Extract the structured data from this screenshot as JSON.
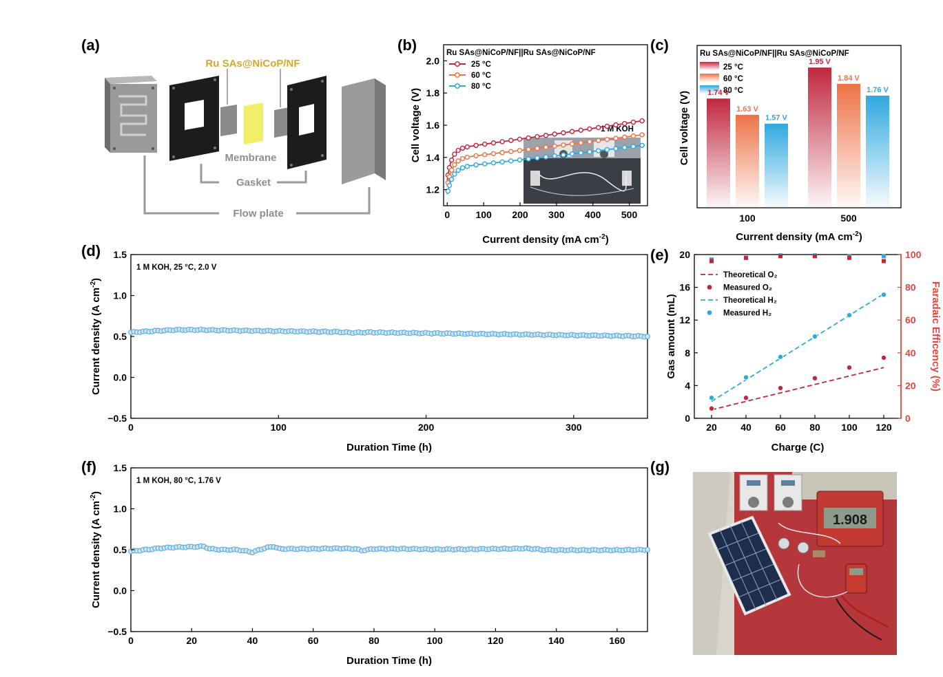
{
  "panel_labels": {
    "a": "(a)",
    "b": "(b)",
    "c": "(c)",
    "d": "(d)",
    "e": "(e)",
    "f": "(f)",
    "g": "(g)"
  },
  "schematic": {
    "electrode_label": "Ru SAs@NiCoP/NF",
    "membrane_label": "Membrane",
    "gasket_label": "Gasket",
    "flow_plate_label": "Flow plate",
    "colors": {
      "electrode_label": "#D4A72C",
      "part_label": "#8E8E8E",
      "membrane": "#F2EE6A",
      "gasket": "#1C1C1C",
      "plate": "#8C8C8C"
    }
  },
  "colors": {
    "red": "#C0273E",
    "orange": "#EE7246",
    "blue": "#2FA8DF",
    "stability": "#5AA9DB",
    "fe_axis": "#E8433B"
  },
  "chart_data": [
    {
      "id": "b",
      "type": "line",
      "title": "Ru SAs@NiCoP/NF||Ru SAs@NiCoP/NF",
      "annotation": "1 M KOH",
      "xlabel": "Current density (mA cm",
      "xlabel_sup": "-2",
      "xlabel_end": ")",
      "ylabel": "Cell voltage (V)",
      "xlim": [
        -10,
        550
      ],
      "ylim": [
        1.1,
        2.1
      ],
      "xticks": [
        0,
        100,
        200,
        300,
        400,
        500
      ],
      "yticks": [
        1.2,
        1.4,
        1.6,
        1.8,
        2.0
      ],
      "yticklabels": [
        "1.2",
        "1.4",
        "1.6",
        "1.8",
        "2.0"
      ],
      "legend_position": "top-left",
      "series": [
        {
          "name": "25 °C",
          "color": "#C0273E",
          "v0": 1.26,
          "a": 0.00031,
          "b": 0.19,
          "c": 12
        },
        {
          "name": "60 °C",
          "color": "#EE7246",
          "v0": 1.22,
          "a": 0.00026,
          "b": 0.17,
          "c": 14
        },
        {
          "name": "80 °C",
          "color": "#2FA8DF",
          "v0": 1.17,
          "a": 0.00024,
          "b": 0.165,
          "c": 15
        }
      ]
    },
    {
      "id": "c",
      "type": "bar",
      "title": "Ru SAs@NiCoP/NF||Ru SAs@NiCoP/NF",
      "xlabel": "Current density (mA cm",
      "xlabel_sup": "-2",
      "xlabel_end": ")",
      "ylabel": "Cell voltage (V)",
      "ylim": [
        1.0,
        2.1
      ],
      "legend_position": "top-left",
      "categories": [
        "100",
        "500"
      ],
      "series": [
        {
          "name": "25 °C",
          "color": "#C0273E",
          "values": [
            1.74,
            1.95
          ],
          "labels": [
            "1.74 V",
            "1.95 V"
          ]
        },
        {
          "name": "60 °C",
          "color": "#EE7246",
          "values": [
            1.63,
            1.84
          ],
          "labels": [
            "1.63 V",
            "1.84 V"
          ]
        },
        {
          "name": "80 °C",
          "color": "#2FA8DF",
          "values": [
            1.57,
            1.76
          ],
          "labels": [
            "1.57 V",
            "1.76 V"
          ]
        }
      ]
    },
    {
      "id": "d",
      "type": "scatter",
      "annotation": "1 M KOH, 25 °C, 2.0 V",
      "xlabel": "Duration Time (h)",
      "ylabel": "Current density (A cm",
      "ylabel_sup": "-2",
      "ylabel_end": ")",
      "xlim": [
        0,
        350
      ],
      "ylim": [
        -0.5,
        1.5
      ],
      "xticks": [
        0,
        100,
        200,
        300
      ],
      "yticks": [
        -0.5,
        0.0,
        0.5,
        1.0,
        1.5
      ],
      "yticklabels": [
        "−0.5",
        "0.0",
        "0.5",
        "1.0",
        "1.5"
      ],
      "points": [
        [
          0,
          0.55
        ],
        [
          10,
          0.56
        ],
        [
          20,
          0.57
        ],
        [
          30,
          0.58
        ],
        [
          40,
          0.58
        ],
        [
          50,
          0.58
        ],
        [
          60,
          0.575
        ],
        [
          80,
          0.57
        ],
        [
          100,
          0.565
        ],
        [
          120,
          0.56
        ],
        [
          140,
          0.555
        ],
        [
          150,
          0.545
        ],
        [
          160,
          0.55
        ],
        [
          180,
          0.545
        ],
        [
          200,
          0.54
        ],
        [
          220,
          0.535
        ],
        [
          240,
          0.53
        ],
        [
          260,
          0.525
        ],
        [
          280,
          0.52
        ],
        [
          300,
          0.515
        ],
        [
          320,
          0.51
        ],
        [
          340,
          0.505
        ],
        [
          350,
          0.5
        ]
      ]
    },
    {
      "id": "e",
      "type": "scatter",
      "xlabel": "Charge (C)",
      "ylabel": "Gas amount (mL)",
      "ylabel_right": "Faradaic Efficency (%)",
      "xlim": [
        10,
        130
      ],
      "ylim": [
        0,
        20
      ],
      "ylim_right": [
        0,
        100
      ],
      "xticks": [
        20,
        40,
        60,
        80,
        100,
        120
      ],
      "yticks": [
        0,
        4,
        8,
        12,
        16,
        20
      ],
      "yticks_right": [
        0,
        20,
        40,
        60,
        80,
        100
      ],
      "legend_position": "top-left",
      "series": [
        {
          "name": "Theoretical O₂",
          "style": "dashed",
          "color": "#C0273E",
          "x": [
            20,
            120
          ],
          "y": [
            1.04,
            6.2
          ]
        },
        {
          "name": "Measured O₂",
          "style": "marker",
          "color": "#C0273E",
          "x": [
            20,
            40,
            60,
            80,
            100,
            120
          ],
          "y": [
            1.2,
            2.5,
            3.7,
            4.9,
            6.2,
            7.4
          ]
        },
        {
          "name": "Theoretical H₂",
          "style": "dashed",
          "color": "#2FA8DF",
          "x": [
            20,
            120
          ],
          "y": [
            2.07,
            15.2
          ]
        },
        {
          "name": "Measured H₂",
          "style": "marker",
          "color": "#2FA8DF",
          "x": [
            20,
            40,
            60,
            80,
            100,
            120
          ],
          "y": [
            2.5,
            5.0,
            7.5,
            10.0,
            12.6,
            15.1
          ]
        }
      ],
      "faradaic_efficiency": {
        "x": [
          20,
          40,
          60,
          80,
          100,
          120
        ],
        "o2": [
          96,
          98,
          99,
          99,
          98,
          96
        ],
        "h2": [
          97,
          98,
          99.5,
          99.5,
          99,
          99
        ]
      }
    },
    {
      "id": "f",
      "type": "scatter",
      "annotation": "1 M KOH, 80 °C, 1.76 V",
      "xlabel": "Duration Time (h)",
      "ylabel": "Current density (A cm",
      "ylabel_sup": "-2",
      "ylabel_end": ")",
      "xlim": [
        0,
        170
      ],
      "ylim": [
        -0.5,
        1.5
      ],
      "xticks": [
        0,
        20,
        40,
        60,
        80,
        100,
        120,
        140,
        160
      ],
      "yticks": [
        -0.5,
        0.0,
        0.5,
        1.0,
        1.5
      ],
      "yticklabels": [
        "−0.5",
        "0.0",
        "0.5",
        "1.0",
        "1.5"
      ],
      "points": [
        [
          0,
          0.48
        ],
        [
          5,
          0.5
        ],
        [
          10,
          0.52
        ],
        [
          15,
          0.53
        ],
        [
          20,
          0.535
        ],
        [
          24,
          0.54
        ],
        [
          26,
          0.51
        ],
        [
          30,
          0.5
        ],
        [
          35,
          0.5
        ],
        [
          40,
          0.47
        ],
        [
          44,
          0.52
        ],
        [
          47,
          0.54
        ],
        [
          49,
          0.51
        ],
        [
          55,
          0.51
        ],
        [
          60,
          0.51
        ],
        [
          65,
          0.515
        ],
        [
          70,
          0.515
        ],
        [
          74,
          0.51
        ],
        [
          76,
          0.49
        ],
        [
          80,
          0.51
        ],
        [
          90,
          0.51
        ],
        [
          100,
          0.505
        ],
        [
          110,
          0.505
        ],
        [
          120,
          0.51
        ],
        [
          130,
          0.515
        ],
        [
          133,
          0.51
        ],
        [
          135,
          0.5
        ],
        [
          140,
          0.495
        ],
        [
          150,
          0.495
        ],
        [
          160,
          0.495
        ],
        [
          170,
          0.5
        ]
      ]
    }
  ],
  "photo_g": {
    "display_value": "1.908"
  }
}
